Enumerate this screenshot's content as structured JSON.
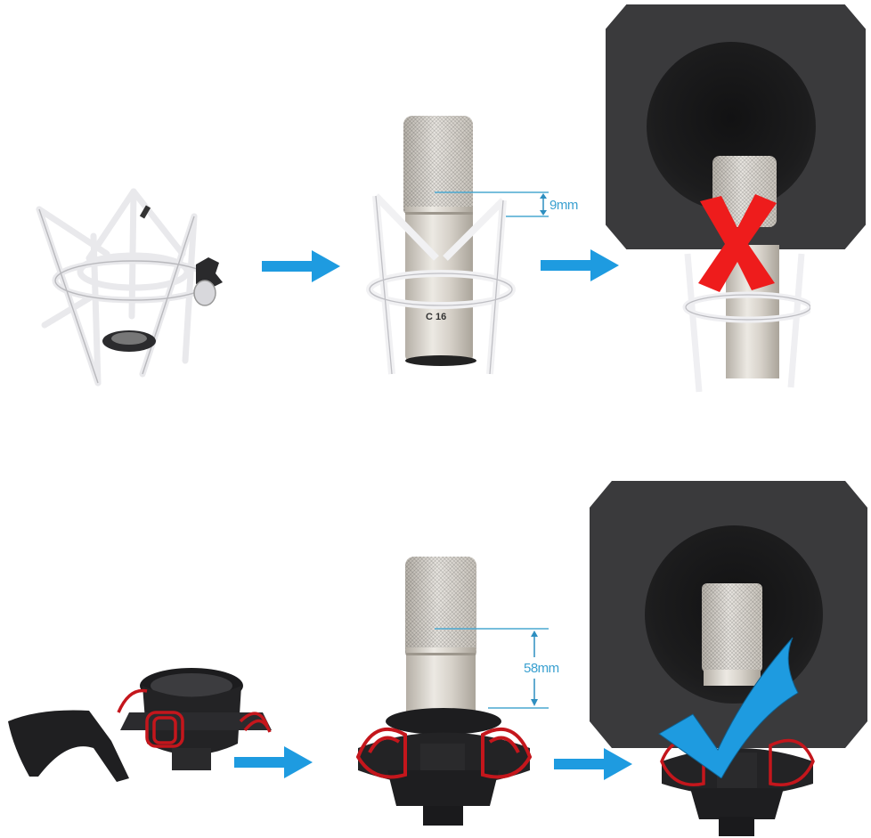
{
  "image": {
    "description": "Product compatibility illustration: microphone in shock mount with foam isolation shield",
    "rows": [
      {
        "name": "incompatible",
        "steps": [
          "white spider shock mount",
          "condenser microphone mounted in white shock mount",
          "foam isolation shield blocked by mount"
        ],
        "measurement": "9mm",
        "result_icon": "red-x",
        "mic_badge": "C 16"
      },
      {
        "name": "compatible",
        "steps": [
          "black shock mount with red elastic bands and pop filter",
          "condenser microphone mounted in black shock mount",
          "foam isolation shield fits over microphone"
        ],
        "measurement": "58mm",
        "result_icon": "blue-check"
      }
    ]
  },
  "colors": {
    "arrow": "#1e9be0",
    "cross": "#ee1c1c",
    "check": "#1e9be0",
    "dimension_line": "#4aa8d0",
    "foam": "#3a3a3c",
    "band_red": "#c4161c"
  },
  "labels": {
    "top_measure": "9mm",
    "bottom_measure": "58mm",
    "mic_badge": "C 16"
  }
}
